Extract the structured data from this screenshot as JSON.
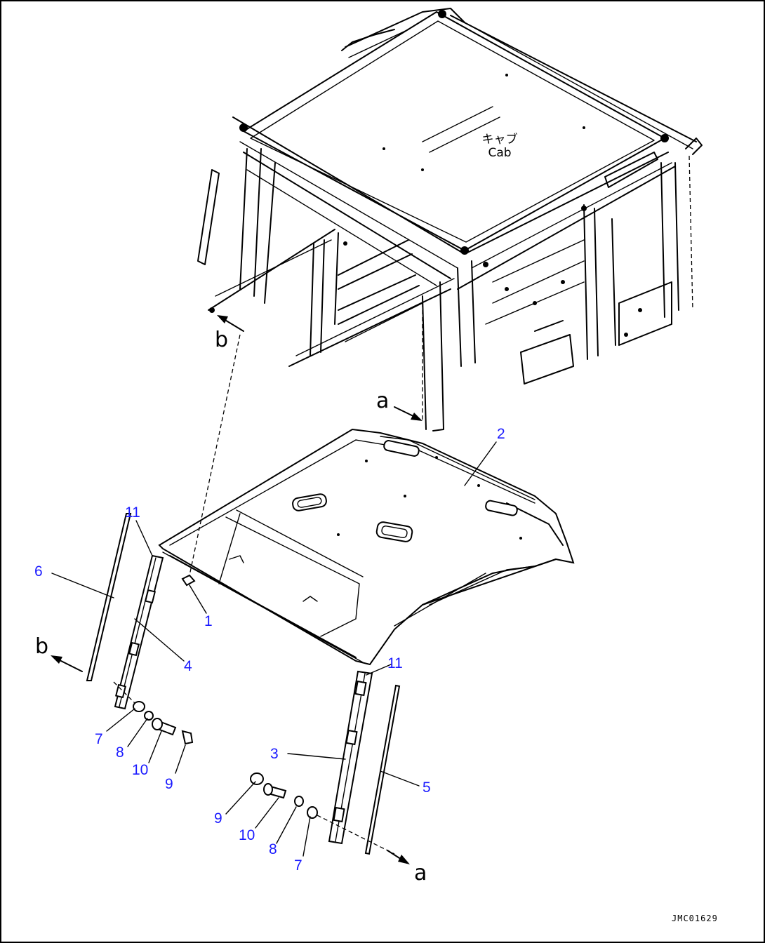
{
  "cab_label": {
    "jp": "キャブ",
    "en": "Cab"
  },
  "view_letters": {
    "a_top": "a",
    "b_top": "b",
    "b_left": "b",
    "a_bottom": "a"
  },
  "callouts": {
    "c1": "1",
    "c2": "2",
    "c3": "3",
    "c4": "4",
    "c5": "5",
    "c6": "6",
    "c7_left": "7",
    "c8_left": "8",
    "c9_left": "9",
    "c10_left": "10",
    "c11_left": "11",
    "c7_right": "7",
    "c8_right": "8",
    "c9_right": "9",
    "c10_right": "10",
    "c11_right": "11"
  },
  "document_id": "JMC01629",
  "colors": {
    "callout": "#1a1aff",
    "line": "#000000",
    "background": "#ffffff"
  }
}
